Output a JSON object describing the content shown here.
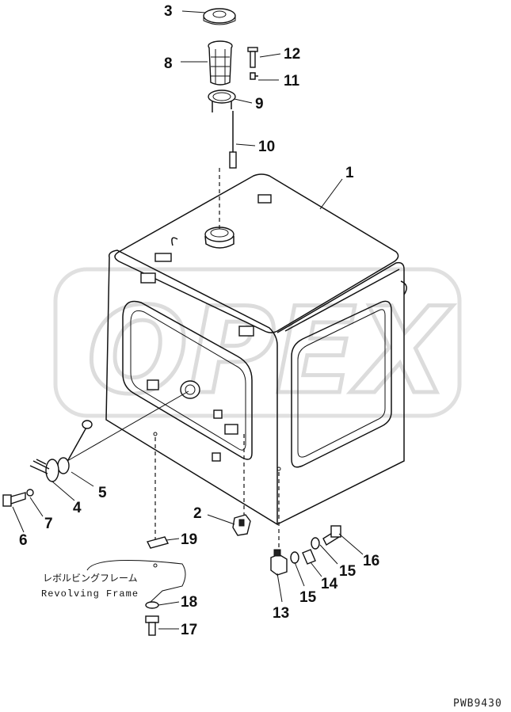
{
  "callouts": [
    {
      "id": "3",
      "text": "3"
    },
    {
      "id": "8",
      "text": "8"
    },
    {
      "id": "12",
      "text": "12"
    },
    {
      "id": "11",
      "text": "11"
    },
    {
      "id": "9",
      "text": "9"
    },
    {
      "id": "10",
      "text": "10"
    },
    {
      "id": "1",
      "text": "1"
    },
    {
      "id": "5",
      "text": "5"
    },
    {
      "id": "4",
      "text": "4"
    },
    {
      "id": "6",
      "text": "6"
    },
    {
      "id": "7",
      "text": "7"
    },
    {
      "id": "2",
      "text": "2"
    },
    {
      "id": "19",
      "text": "19"
    },
    {
      "id": "18",
      "text": "18"
    },
    {
      "id": "17",
      "text": "17"
    },
    {
      "id": "16",
      "text": "16"
    },
    {
      "id": "15a",
      "text": "15"
    },
    {
      "id": "14",
      "text": "14"
    },
    {
      "id": "15b",
      "text": "15"
    },
    {
      "id": "13",
      "text": "13"
    }
  ],
  "labels": {
    "frame_jp": "レボルビングフレーム",
    "frame_en": "Revolving Frame",
    "drawing_code": "PWB9430",
    "watermark": "OPEX"
  }
}
